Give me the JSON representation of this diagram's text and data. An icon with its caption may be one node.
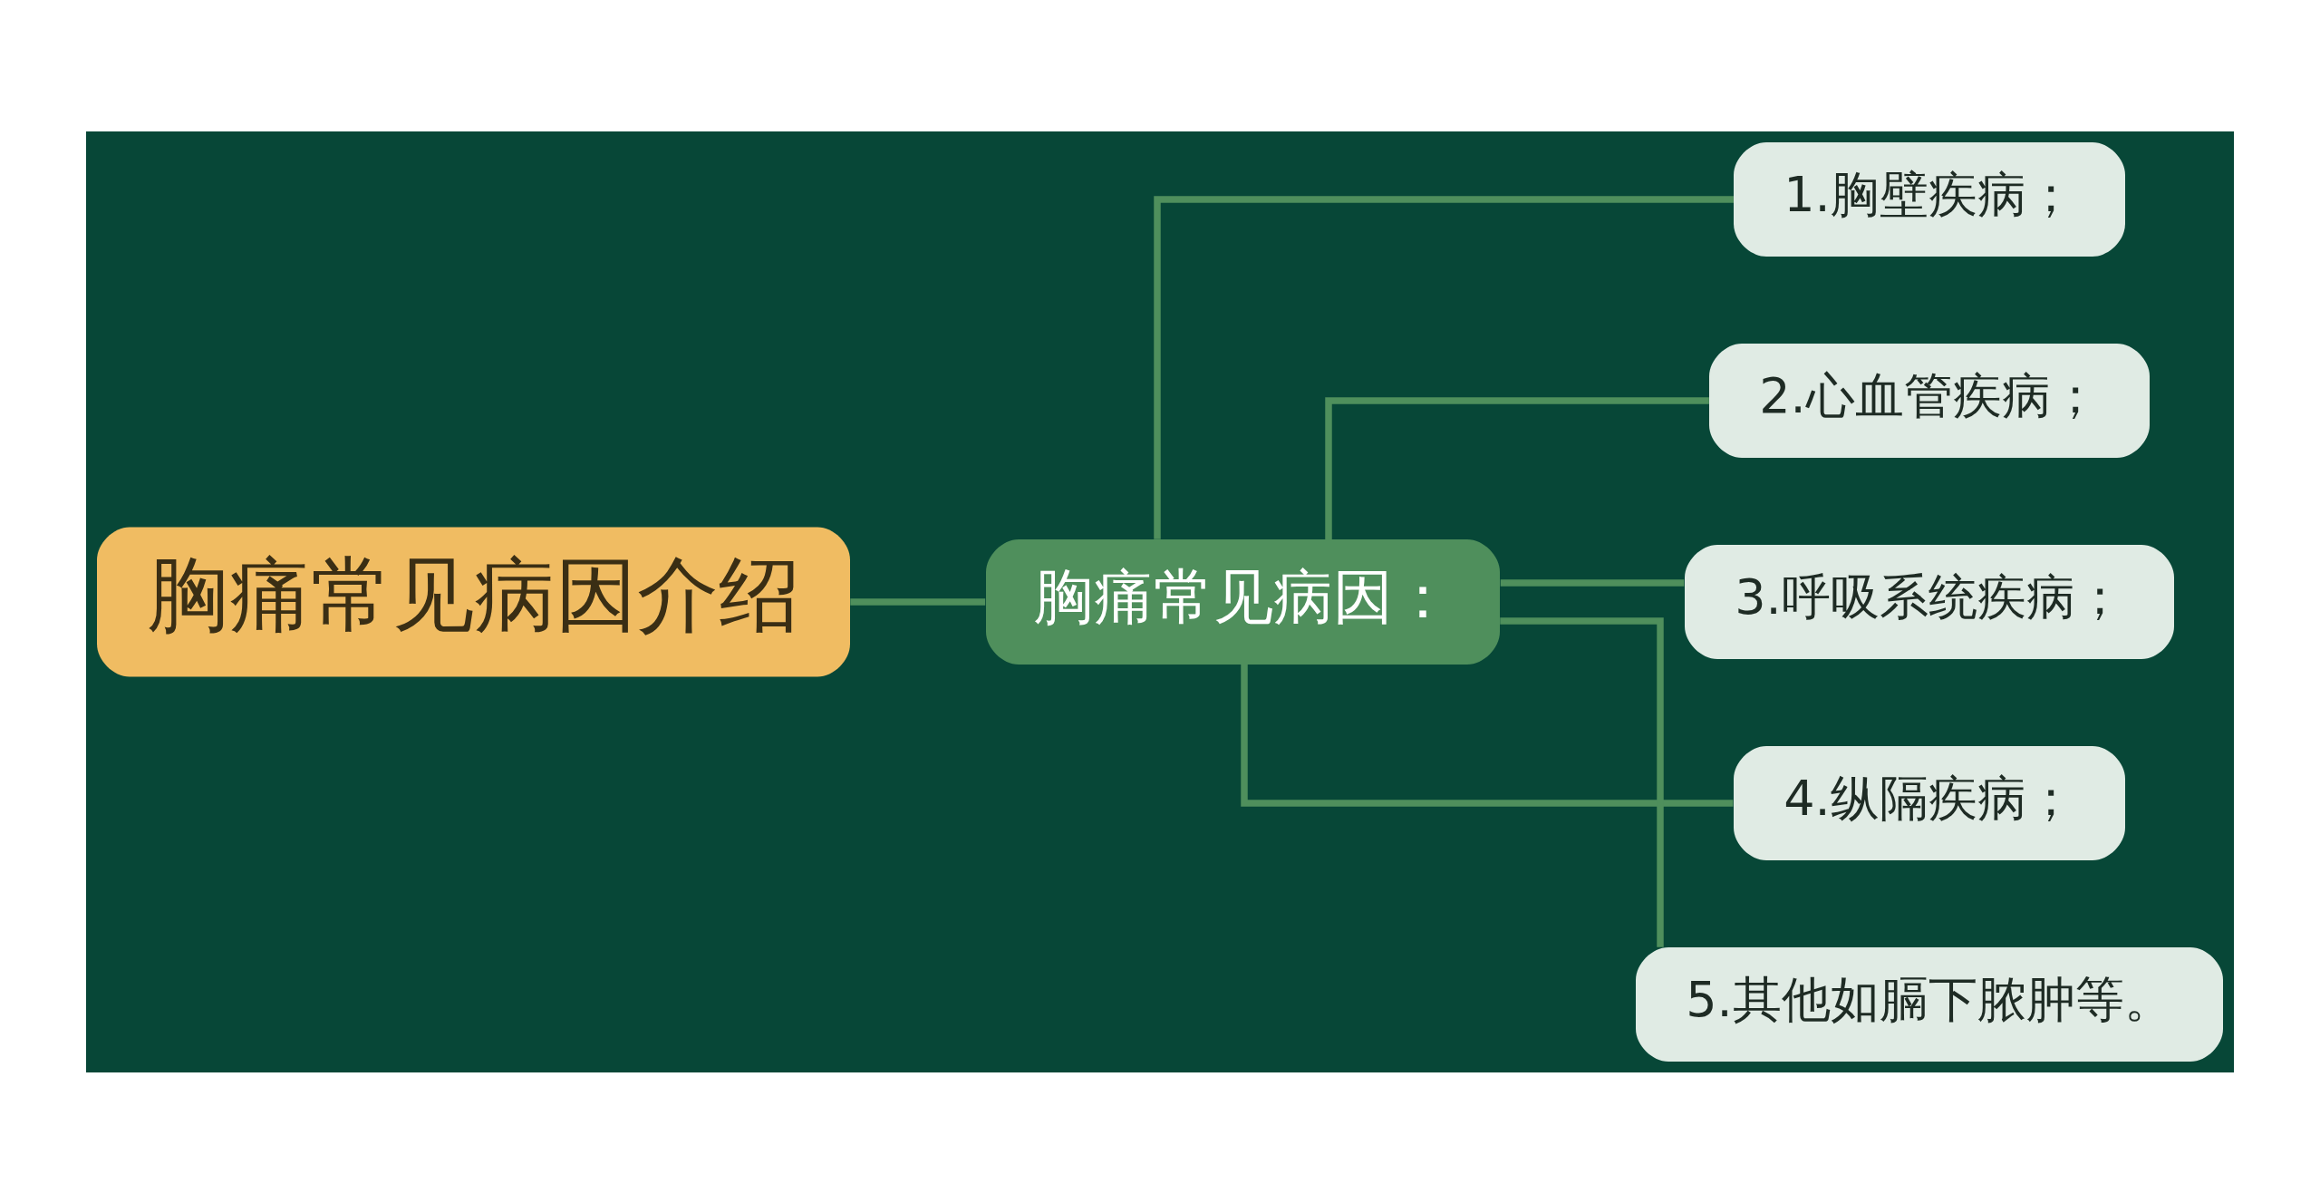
{
  "diagram": {
    "nodes": [
      {
        "text": [
          "胸痛常见病因介绍"
        ]
      },
      {
        "text": [
          "胸痛常见病因："
        ]
      },
      {
        "text": [
          "1.胸壁疾病；"
        ]
      },
      {
        "text": [
          "2.心血管疾病；"
        ]
      },
      {
        "text": [
          "3.呼吸系统疾病；"
        ]
      },
      {
        "text": [
          "4.纵隔疾病；"
        ]
      },
      {
        "text": [
          "5.其他如膈下脓肿等。"
        ]
      }
    ],
    "edges": [
      {
        "from": 0,
        "to": 1,
        "arrow": "none"
      },
      {
        "from": 1,
        "to": 2,
        "arrow": "none"
      },
      {
        "from": 1,
        "to": 3,
        "arrow": "none"
      },
      {
        "from": 1,
        "to": 4,
        "arrow": "none"
      },
      {
        "from": 1,
        "to": 5,
        "arrow": "none"
      },
      {
        "from": 1,
        "to": 6,
        "arrow": "none"
      }
    ]
  }
}
